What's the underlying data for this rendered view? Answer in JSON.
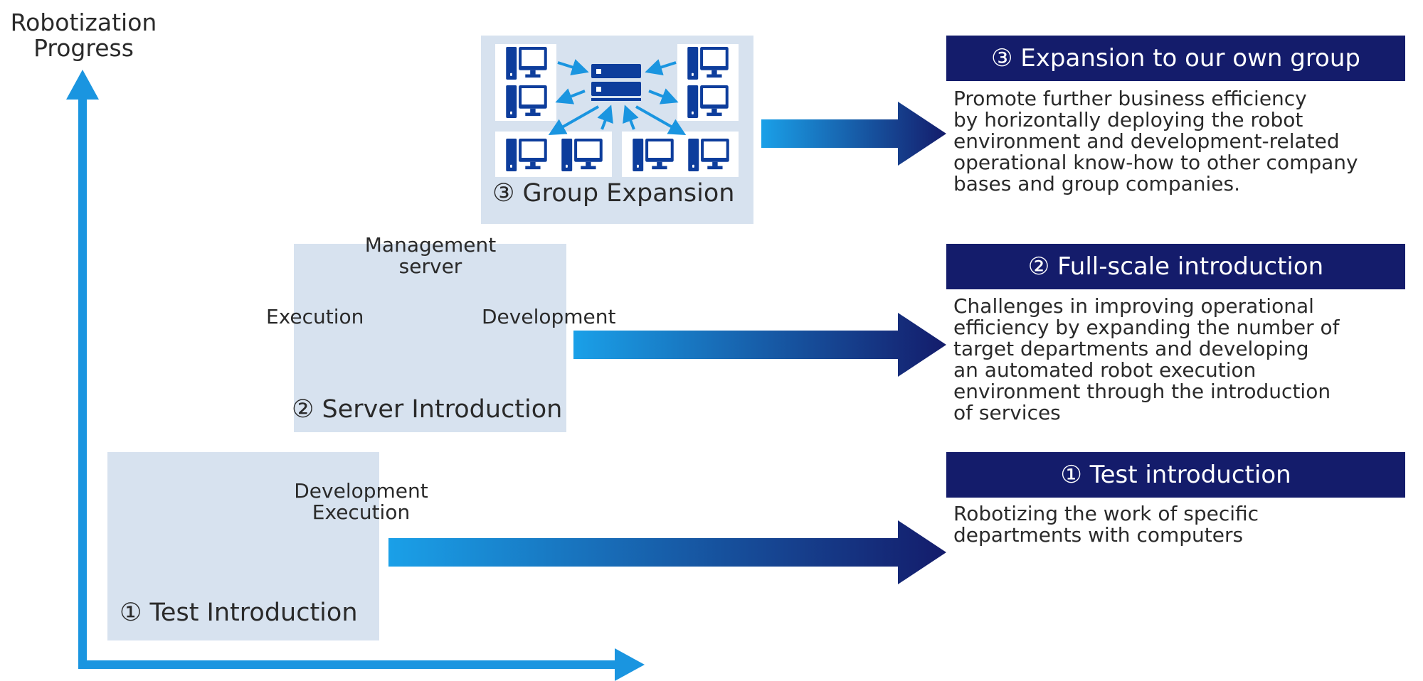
{
  "axis": {
    "y_label": "Robotization\nProgress"
  },
  "colors": {
    "axis_blue": "#1a95e0",
    "header_navy": "#141c6b",
    "icon_blue": "#0d3d9c",
    "panel_bg": "#d7e2ef",
    "arrow_start": "#1aa0e8",
    "arrow_end": "#141c6b"
  },
  "stages": [
    {
      "panel_label": "① Test Introduction",
      "pc_label_lines": [
        "Development",
        "Execution"
      ],
      "header": "① Test introduction",
      "description_lines": [
        "Robotizing the work of specific",
        "departments with computers"
      ]
    },
    {
      "panel_label": "② Server Introduction",
      "server_label_lines": [
        "Management",
        "server"
      ],
      "left_label": "Execution",
      "right_label": "Development",
      "header": "② Full-scale introduction",
      "description_lines": [
        "Challenges in improving operational",
        "efficiency by expanding the number of",
        "target departments and developing",
        "an automated robot execution",
        "environment through the introduction",
        "of services"
      ]
    },
    {
      "panel_label": "③ Group Expansion",
      "header": "③ Expansion to our own group",
      "description_lines": [
        "Promote further business efficiency",
        "by horizontally deploying the robot",
        "environment and development-related",
        "operational know-how to other company",
        "bases and group companies."
      ]
    }
  ]
}
